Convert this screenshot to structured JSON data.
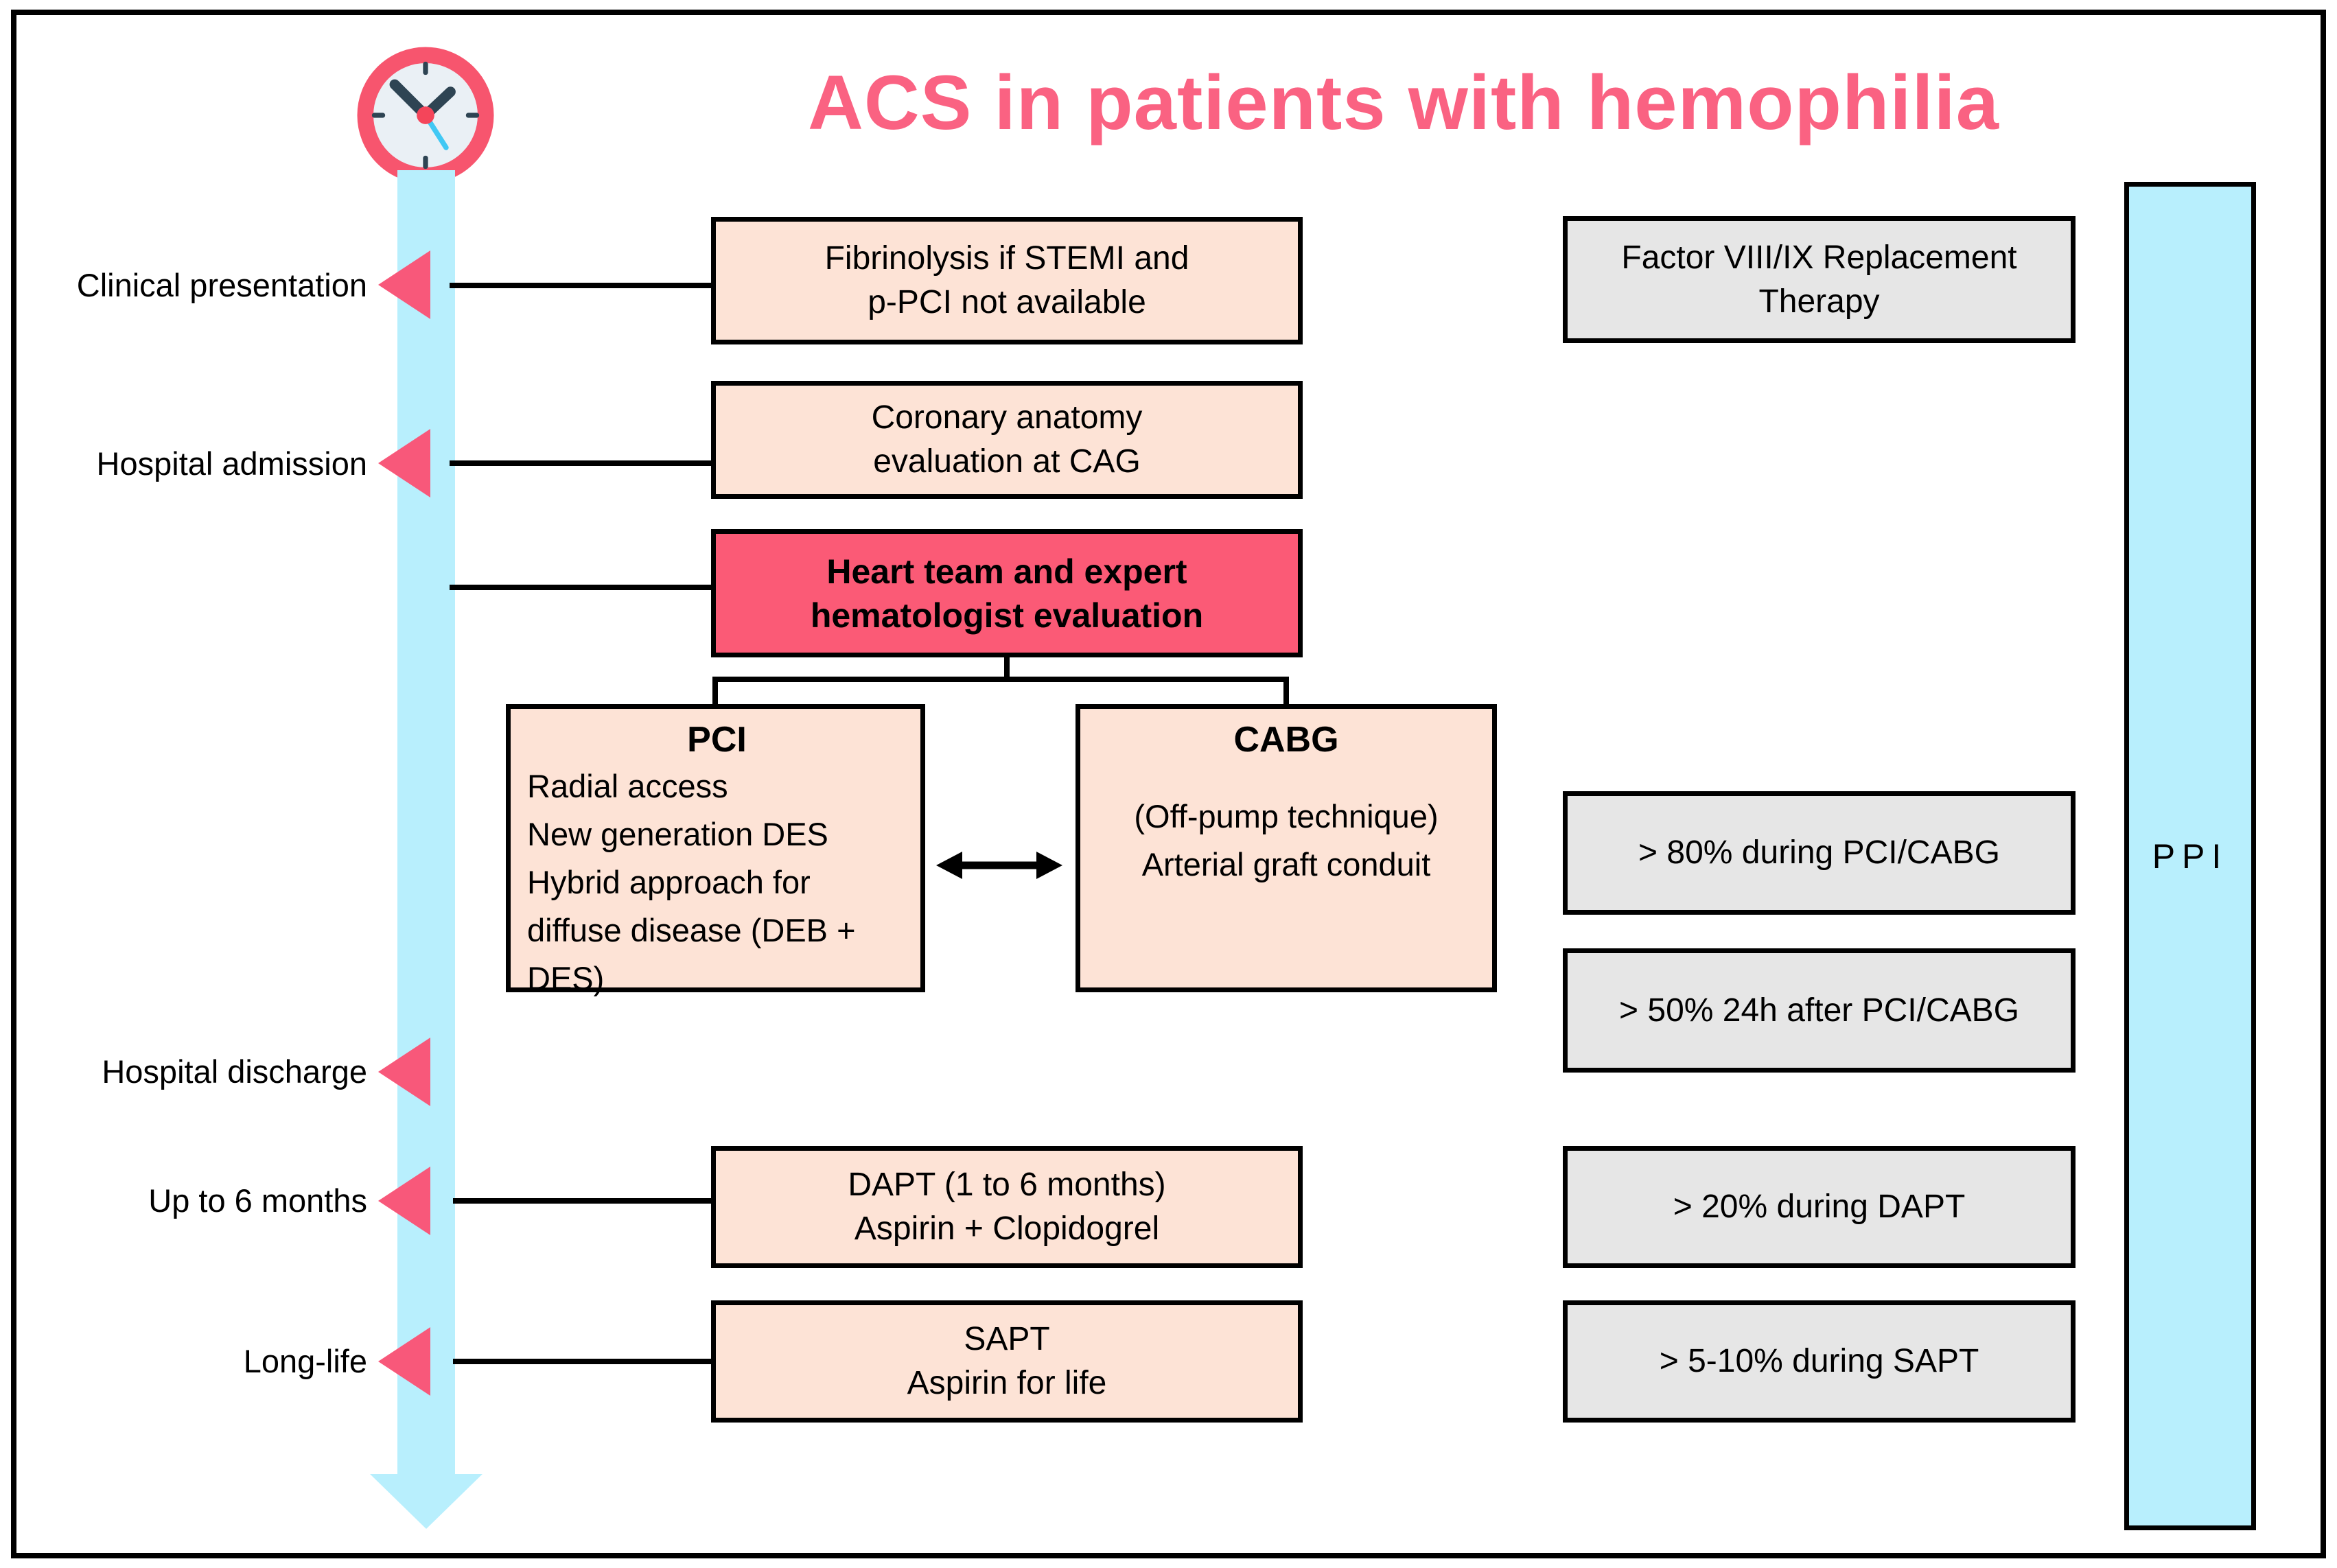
{
  "title": "ACS in patients with hemophilia",
  "colors": {
    "title_pink": "#FA6282",
    "highlight_box_pink": "#FB5A76",
    "flow_box_peach": "#FDE3D6",
    "therapy_box_gray": "#E6E6E6",
    "timeline_blue": "#B8EFFD",
    "marker_pink": "#F8587A",
    "line_black": "#000000"
  },
  "timeline_labels": [
    "Clinical presentation",
    "Hospital admission",
    "Hospital discharge",
    "Up to 6 months",
    "Long-life"
  ],
  "flow": {
    "fibrinolysis": {
      "lines": [
        "Fibrinolysis if STEMI and",
        "p-PCI not available"
      ]
    },
    "coronary": {
      "lines": [
        "Coronary anatomy",
        "evaluation at CAG"
      ]
    },
    "heart_team": {
      "lines": [
        "Heart team and expert",
        "hematologist evaluation"
      ]
    },
    "pci": {
      "title": "PCI",
      "items": [
        "Radial access",
        "New generation DES",
        "Hybrid approach for diffuse disease (DEB + DES)"
      ]
    },
    "cabg": {
      "title": "CABG",
      "items": [
        "(Off-pump technique)",
        "Arterial graft conduit"
      ]
    },
    "dapt": {
      "lines": [
        "DAPT (1 to 6 months)",
        "Aspirin + Clopidogrel"
      ]
    },
    "sapt": {
      "lines": [
        "SAPT",
        "Aspirin for life"
      ]
    }
  },
  "replacement_therapy": {
    "factor": {
      "lines": [
        "Factor VIII/IX Replacement",
        "Therapy"
      ]
    },
    "levels": [
      "> 80% during PCI/CABG",
      "> 50% 24h after PCI/CABG",
      "> 20% during DAPT",
      "> 5-10% during SAPT"
    ]
  },
  "ppi_label": "PPI",
  "icons": {
    "clock": "clock-icon",
    "timeline_arrow": "down-arrow-icon",
    "marker": "left-triangle-icon",
    "double_arrow": "double-arrow-icon"
  }
}
